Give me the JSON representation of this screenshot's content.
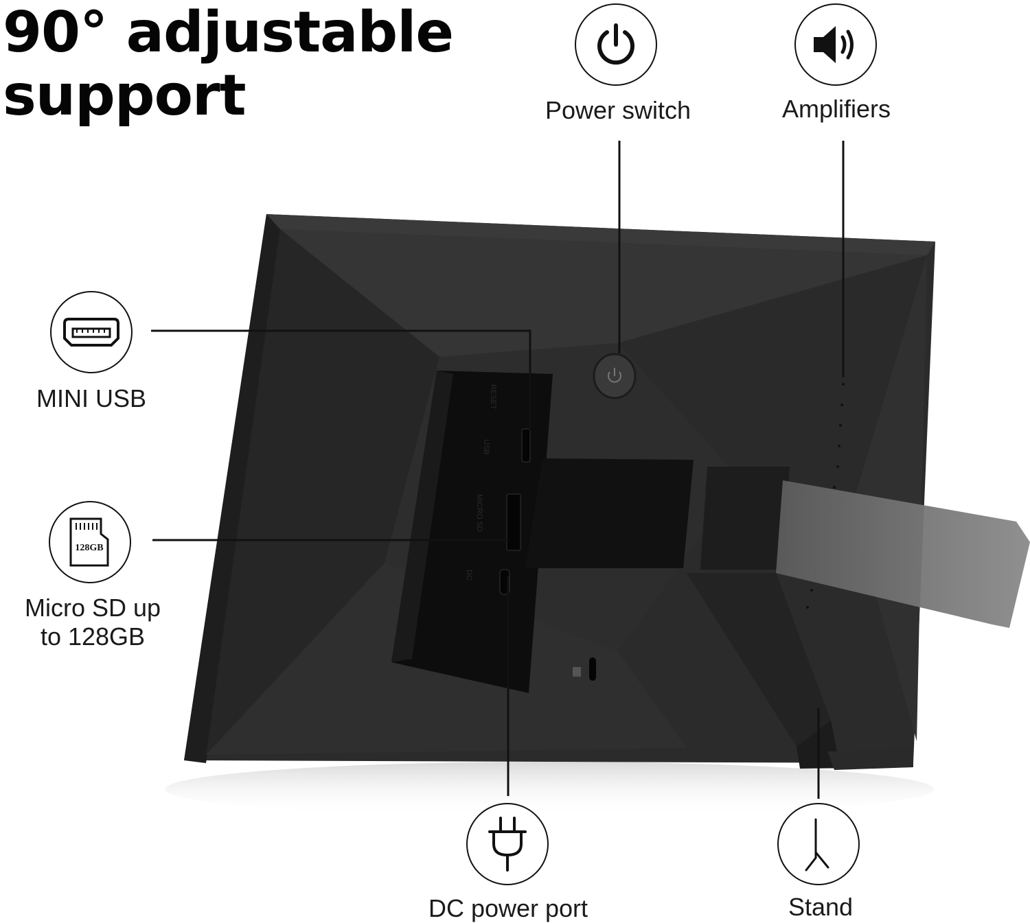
{
  "headline": {
    "line1": "90° adjustable",
    "line2": "support"
  },
  "features": {
    "power_switch": {
      "label": "Power switch",
      "icon": "power-icon"
    },
    "amplifiers": {
      "label": "Amplifiers",
      "icon": "speaker-icon"
    },
    "mini_usb": {
      "label": "MINI USB",
      "icon": "usb-port-icon"
    },
    "micro_sd": {
      "label_line1": "Micro SD up",
      "label_line2": "to 128GB",
      "icon": "sd-card-icon",
      "card_text": "128GB"
    },
    "dc_power": {
      "label": "DC power port",
      "icon": "plug-icon"
    },
    "stand": {
      "label": "Stand",
      "icon": "stand-icon"
    }
  },
  "colors": {
    "frame": "#2c2c2c",
    "frame_dark": "#1a1a1a",
    "stand": "#7d7d7d",
    "text": "#1a1a1a"
  }
}
